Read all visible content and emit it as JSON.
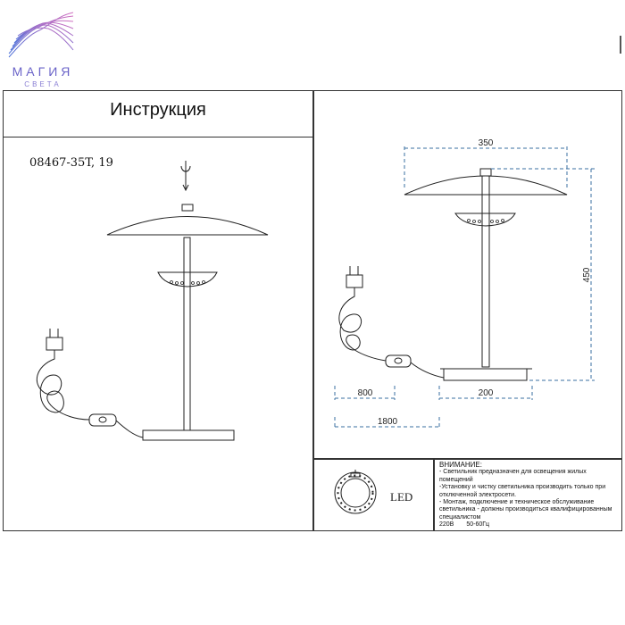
{
  "brand": {
    "name": "МАГИЯ",
    "subtitle": "СВЕТА",
    "colors": {
      "primary": "#6a63c8",
      "accent": "#c06fc0"
    }
  },
  "header": {
    "title": "Инструкция"
  },
  "product": {
    "model": "08467-35T, 19"
  },
  "dimensions": {
    "shade_width": "350",
    "height": "450",
    "base_width": "200",
    "cord_to_switch": "800",
    "cord_length": "1800"
  },
  "light_source": {
    "label": "LED"
  },
  "warning": {
    "title": "ВНИМАНИЕ:",
    "lines": [
      "- Светильник предназначен для освещения жилых помещений",
      "-Установку и чистку светильника производить только при отключенной электросети.",
      "- Монтаж, подключение и техническое обслуживание светильника - должны производиться квалифицированным специалистом"
    ],
    "voltage": "220В",
    "frequency": "50-60Гц"
  },
  "colors": {
    "line": "#222222",
    "dimension": "#3a6fa0"
  }
}
